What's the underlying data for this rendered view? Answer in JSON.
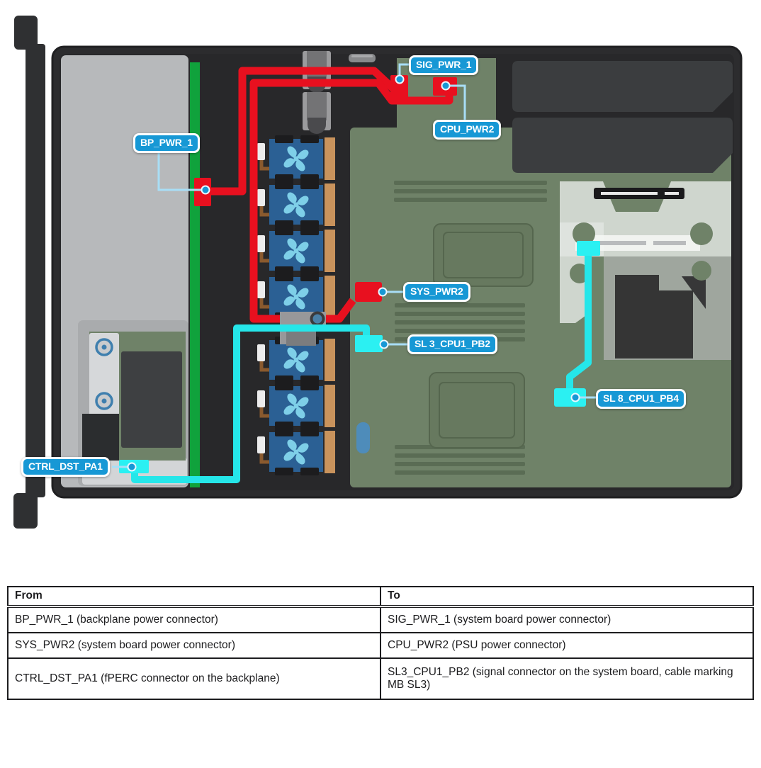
{
  "diagram": {
    "callouts": [
      {
        "id": "sig-pwr-1",
        "label": "SIG_PWR_1"
      },
      {
        "id": "cpu-pwr2",
        "label": "CPU_PWR2"
      },
      {
        "id": "bp-pwr-1",
        "label": "BP_PWR_1"
      },
      {
        "id": "sys-pwr2",
        "label": "SYS_PWR2"
      },
      {
        "id": "sl3-cpu1-pb2",
        "label": "SL 3_CPU1_PB2"
      },
      {
        "id": "sl8-cpu1-pb4",
        "label": "SL 8_CPU1_PB4"
      },
      {
        "id": "ctrl-dst-pa1",
        "label": "CTRL_DST_PA1"
      }
    ],
    "colors": {
      "power_cable": "#e8101f",
      "signal_cable": "#25e6e9",
      "callout_fill": "#1798d5",
      "backplane_green": "#10a23c",
      "board_green": "#6f8268",
      "fan_blue": "#2b6094"
    }
  },
  "table": {
    "headers": {
      "from": "From",
      "to": "To"
    },
    "rows": [
      {
        "from": "BP_PWR_1 (backplane power connector)",
        "to": "SIG_PWR_1 (system board power connector)"
      },
      {
        "from": "SYS_PWR2 (system board power connector)",
        "to": "CPU_PWR2 (PSU power connector)"
      },
      {
        "from": "CTRL_DST_PA1 (fPERC connector on the backplane)",
        "to": "SL3_CPU1_PB2 (signal connector on the system board, cable marking MB SL3)"
      }
    ]
  }
}
